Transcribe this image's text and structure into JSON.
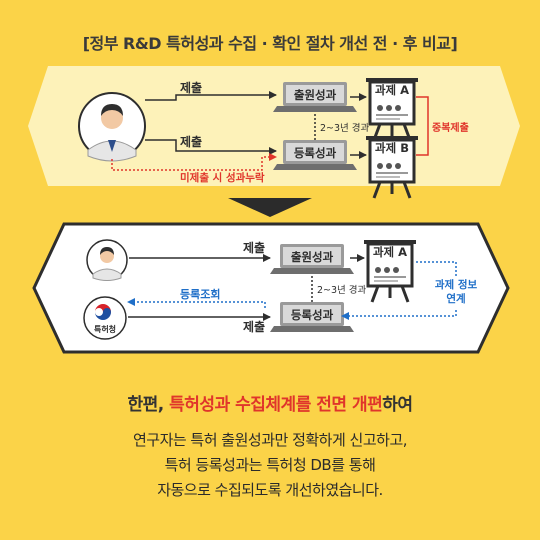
{
  "title": "[정부 R&D 특허성과 수집 · 확인 절차 개선 전 · 후 비교]",
  "before": {
    "submit_top": "제출",
    "submit_bottom": "제출",
    "box_application": "출원성과",
    "box_registration": "등록성과",
    "elapsed": "2~3년 경과",
    "task_a": "과제 A",
    "task_b": "과제 B",
    "duplicate": "중복제출",
    "missing": "미제출 시 성과누락"
  },
  "after": {
    "submit_top": "제출",
    "submit_bottom": "제출",
    "box_application": "출원성과",
    "box_registration": "등록성과",
    "elapsed": "2~3년 경과",
    "task_a": "과제 A",
    "lookup": "등록조회",
    "link_line1": "과제 정보",
    "link_line2": "연계",
    "kipo_label": "특허청"
  },
  "headline": {
    "prefix": "한편, ",
    "highlight": "특허성과 수집체계를 전면 개편",
    "suffix": "하여"
  },
  "body": [
    "연구자는 특허 출원성과만 정확하게 신고하고,",
    "특허 등록성과는 특허청 DB를 통해",
    "자동으로 수집되도록 개선하였습니다."
  ],
  "colors": {
    "background": "#fbd348",
    "panel_before": "#fdf2b9",
    "panel_after": "#ffffff",
    "accent_red": "#e0352b",
    "accent_blue": "#1f6fc8",
    "dark": "#2e2e2e"
  }
}
